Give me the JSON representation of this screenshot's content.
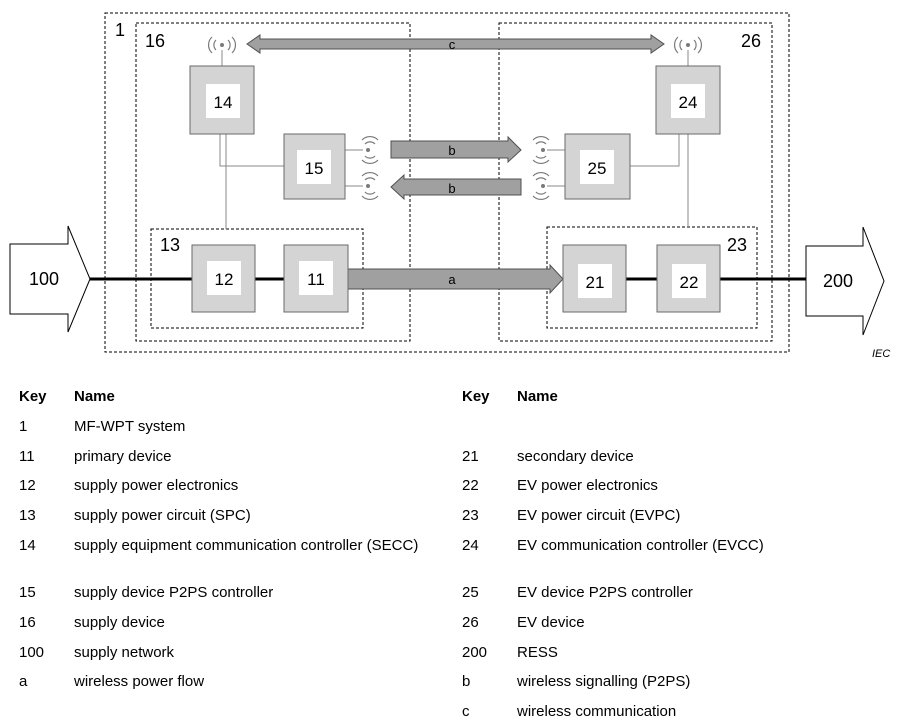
{
  "diagram": {
    "labels": {
      "n1": "1",
      "n16": "16",
      "n26": "26",
      "n13": "13",
      "n23": "23",
      "n14": "14",
      "n15": "15",
      "n12": "12",
      "n11": "11",
      "n24": "24",
      "n25": "25",
      "n21": "21",
      "n22": "22",
      "n100": "100",
      "n200": "200",
      "a": "a",
      "b1": "b",
      "b2": "b",
      "c": "c"
    },
    "credit": "IEC"
  },
  "key": {
    "header": {
      "key": "Key",
      "name": "Name"
    },
    "left": [
      {
        "key": "1",
        "name": "MF-WPT system"
      },
      {
        "key": "11",
        "name": "primary device"
      },
      {
        "key": "12",
        "name": "supply power electronics"
      },
      {
        "key": "13",
        "name": "supply power circuit (SPC)"
      },
      {
        "key": "14",
        "name": "supply equipment communication controller (SECC)"
      },
      {
        "key": "15",
        "name": "supply device P2PS controller"
      },
      {
        "key": "16",
        "name": "supply device"
      },
      {
        "key": "100",
        "name": "supply network"
      },
      {
        "key": "a",
        "name": "wireless power flow"
      }
    ],
    "right": [
      {
        "key": "",
        "name": ""
      },
      {
        "key": "21",
        "name": "secondary device"
      },
      {
        "key": "22",
        "name": "EV power electronics"
      },
      {
        "key": "23",
        "name": "EV power circuit (EVPC)"
      },
      {
        "key": "24",
        "name": "EV communication controller (EVCC)"
      },
      {
        "key": "25",
        "name": "EV device P2PS controller"
      },
      {
        "key": "26",
        "name": "EV device"
      },
      {
        "key": "200",
        "name": "RESS"
      },
      {
        "key": "b",
        "name": "wireless signalling (P2PS)"
      },
      {
        "key": "c",
        "name": "wireless communication"
      }
    ]
  }
}
